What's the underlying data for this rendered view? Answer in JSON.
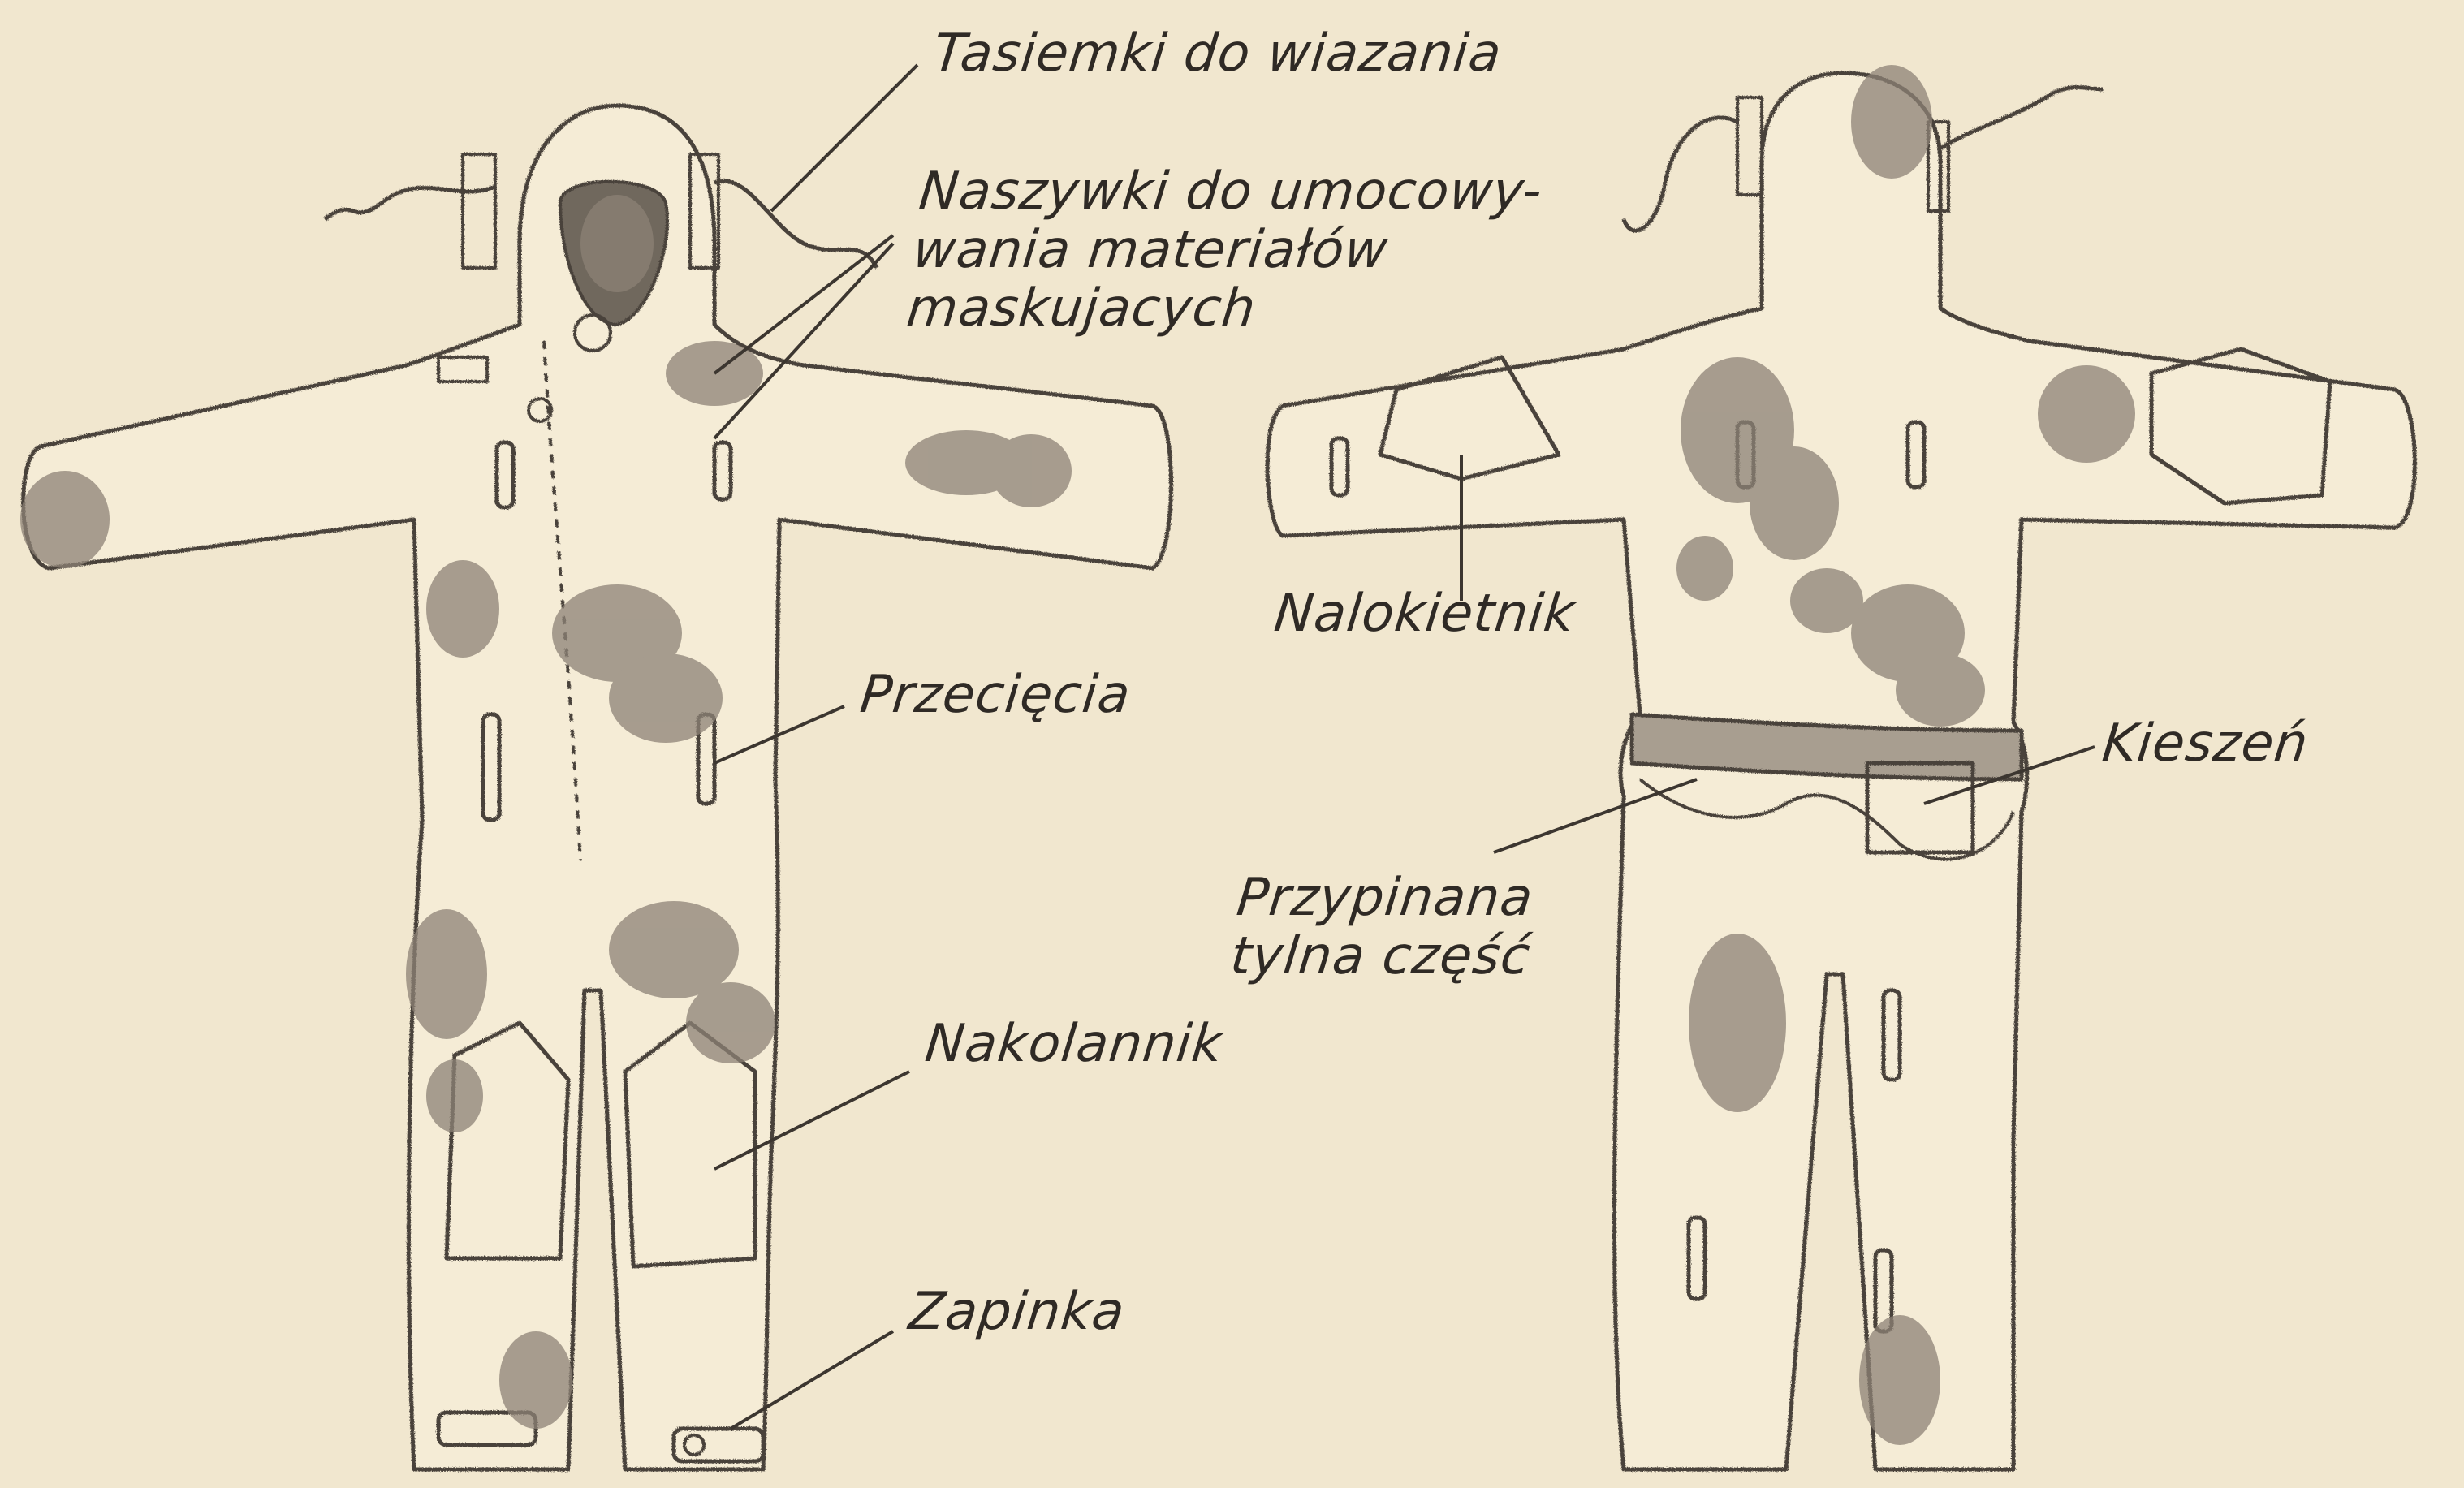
{
  "figure": {
    "background_color": "#f1e7cf",
    "ink_color": "#4a433b",
    "camo_color": "#8c8276",
    "views": [
      {
        "name": "front"
      },
      {
        "name": "back"
      }
    ],
    "labels": {
      "tasiemki": "Tasiemki do wiazania",
      "naszywki": [
        "Naszywki do umocowy-",
        "wania materiałów",
        "maskujacych"
      ],
      "przeciecia": "Przecięcia",
      "nakolannik": "Nakolannik",
      "zapinka": "Zapinka",
      "nalokietnik": "Nalokietnik",
      "kieszen": "Kieszeń",
      "przypinana": [
        "Przypinana",
        "tylna część"
      ]
    }
  }
}
